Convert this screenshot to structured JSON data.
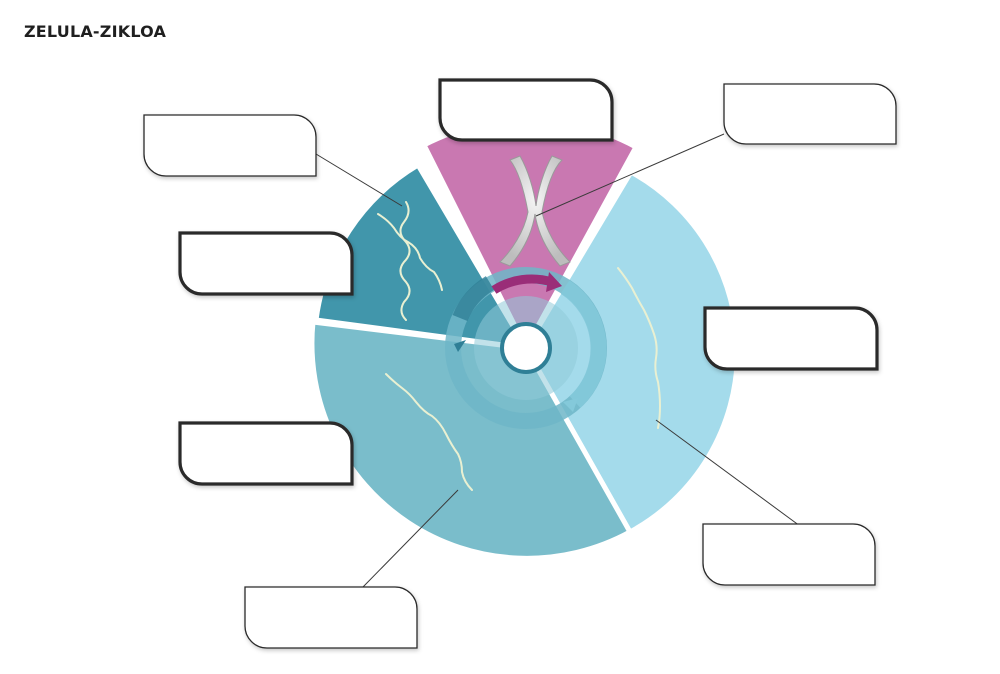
{
  "header": {
    "title": "ZELULA-ZIKLOA"
  },
  "diagram": {
    "colors": {
      "phase_top": "#c978b1",
      "phase_right": "#a4dbeb",
      "phase_bottom": "#7abdcb",
      "phase_left": "#4196ab",
      "arrow_magenta": "#9a2d78",
      "ring_dark": "#2f7f96",
      "ring_light": "#84c9da"
    },
    "labels": [
      {
        "id": "top",
        "text": ""
      },
      {
        "id": "top-right",
        "text": ""
      },
      {
        "id": "upper-left",
        "text": ""
      },
      {
        "id": "mid-left",
        "text": ""
      },
      {
        "id": "right",
        "text": ""
      },
      {
        "id": "lower-left",
        "text": ""
      },
      {
        "id": "bottom",
        "text": ""
      },
      {
        "id": "bottom-right",
        "text": ""
      }
    ]
  }
}
